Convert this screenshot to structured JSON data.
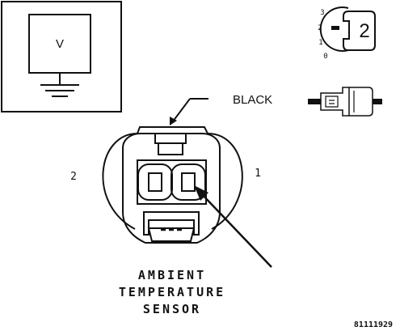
{
  "meter": {
    "symbol": "V"
  },
  "connector": {
    "wire_color": "BLACK",
    "pin_left": "2",
    "pin_right": "1",
    "name_lines": [
      "AMBIENT",
      "TEMPERATURE",
      "SENSOR"
    ]
  },
  "key_dial": {
    "ticks": [
      "3",
      "2",
      "1",
      "0"
    ],
    "selected": "2"
  },
  "figure_id": "81111929"
}
